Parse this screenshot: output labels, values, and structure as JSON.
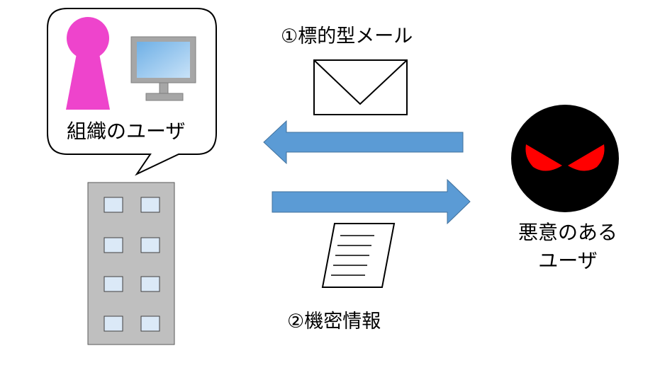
{
  "labels": {
    "org_user": "組織のユーザ",
    "targeted_mail": "①標的型メール",
    "confidential_info": "②機密情報",
    "attacker_line1": "悪意のある",
    "attacker_line2": "ユーザ"
  },
  "colors": {
    "person": "#ee44cc",
    "monitor_screen": "#8cc8f0",
    "monitor_frame": "#a6a6a6",
    "building": "#bfbfbf",
    "window": "#dbe9f7",
    "arrow": "#5b9bd5",
    "attacker_face": "#000000",
    "attacker_eyes": "#ff0000"
  },
  "icons": [
    "person-icon",
    "monitor-icon",
    "envelope-icon",
    "document-icon",
    "building-icon",
    "attacker-face-icon"
  ]
}
